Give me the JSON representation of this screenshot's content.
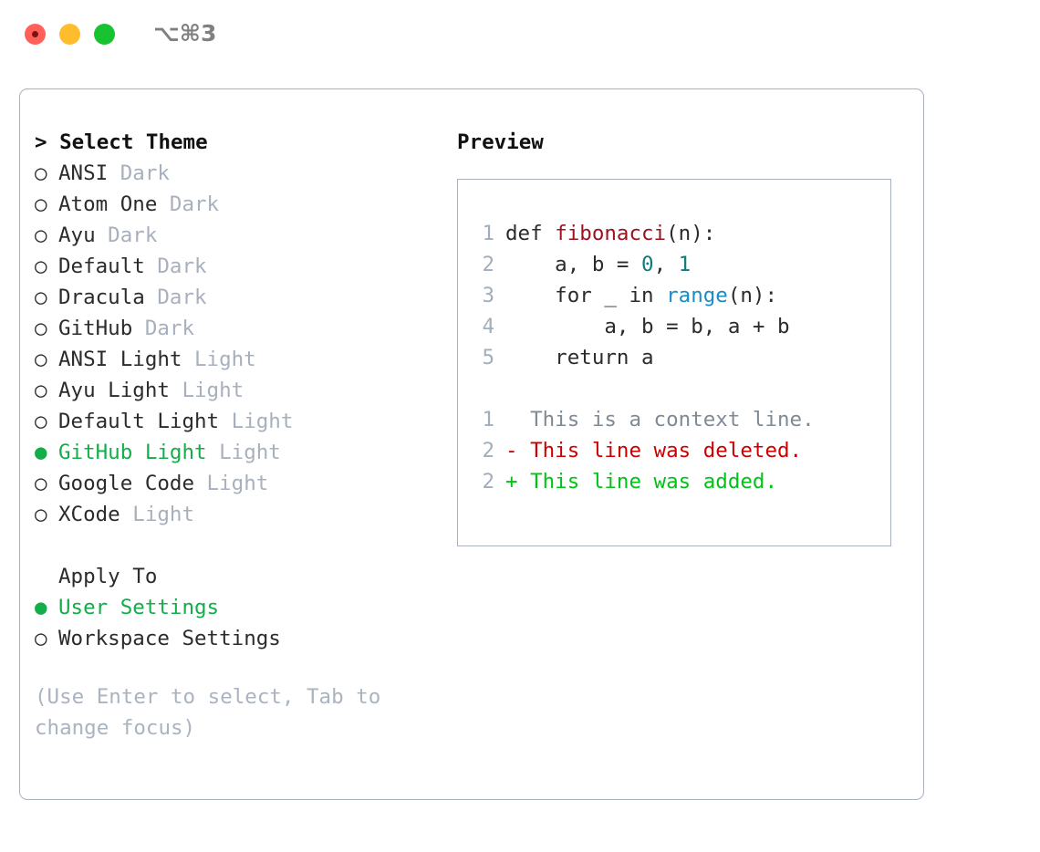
{
  "titlebar": {
    "shortcut": "⌥⌘3",
    "buttons": [
      {
        "name": "close",
        "color": "#ff6059"
      },
      {
        "name": "minimize",
        "color": "#ffbd2e"
      },
      {
        "name": "maximize",
        "color": "#18c231"
      }
    ]
  },
  "theme_picker": {
    "heading": "> Select Theme",
    "selected_bullet": "●",
    "unselected_bullet": "○",
    "accent_color": "#14ad4a",
    "items": [
      {
        "name": "ANSI",
        "variant": "Dark",
        "selected": false
      },
      {
        "name": "Atom One",
        "variant": "Dark",
        "selected": false
      },
      {
        "name": "Ayu",
        "variant": "Dark",
        "selected": false
      },
      {
        "name": "Default",
        "variant": "Dark",
        "selected": false
      },
      {
        "name": "Dracula",
        "variant": "Dark",
        "selected": false
      },
      {
        "name": "GitHub",
        "variant": "Dark",
        "selected": false
      },
      {
        "name": "ANSI Light",
        "variant": "Light",
        "selected": false
      },
      {
        "name": "Ayu Light",
        "variant": "Light",
        "selected": false
      },
      {
        "name": "Default Light",
        "variant": "Light",
        "selected": false
      },
      {
        "name": "GitHub Light",
        "variant": "Light",
        "selected": true
      },
      {
        "name": "Google Code",
        "variant": "Light",
        "selected": false
      },
      {
        "name": "XCode",
        "variant": "Light",
        "selected": false
      }
    ]
  },
  "apply_to": {
    "heading": "Apply To",
    "items": [
      {
        "name": "User Settings",
        "selected": true
      },
      {
        "name": "Workspace Settings",
        "selected": false
      }
    ]
  },
  "hint": "(Use Enter to select, Tab to change focus)",
  "preview": {
    "title": "Preview",
    "code_lines": [
      {
        "num": "1",
        "tokens": [
          {
            "text": "def ",
            "type": "plain"
          },
          {
            "text": "fibonacci",
            "type": "fn"
          },
          {
            "text": "(n):",
            "type": "plain"
          }
        ]
      },
      {
        "num": "2",
        "tokens": [
          {
            "text": "    a, b = ",
            "type": "plain"
          },
          {
            "text": "0",
            "type": "num"
          },
          {
            "text": ", ",
            "type": "plain"
          },
          {
            "text": "1",
            "type": "num"
          }
        ]
      },
      {
        "num": "3",
        "tokens": [
          {
            "text": "    for _ in ",
            "type": "plain"
          },
          {
            "text": "range",
            "type": "call"
          },
          {
            "text": "(n):",
            "type": "plain"
          }
        ]
      },
      {
        "num": "4",
        "tokens": [
          {
            "text": "        a, b = b, a + b",
            "type": "plain"
          }
        ]
      },
      {
        "num": "5",
        "tokens": [
          {
            "text": "    return a",
            "type": "plain"
          }
        ]
      }
    ],
    "diff_lines": [
      {
        "num": "1",
        "marker": " ",
        "text": " This is a context line.",
        "kind": "ctx"
      },
      {
        "num": "2",
        "marker": "-",
        "text": " This line was deleted.",
        "kind": "del"
      },
      {
        "num": "2",
        "marker": "+",
        "text": " This line was added.",
        "kind": "add"
      }
    ],
    "syntax_colors": {
      "function": "#9e1220",
      "number": "#0f7b7b",
      "builtin": "#1a8cc4",
      "plain": "#2b2b2b",
      "line_number": "#a3adbb",
      "diff_context": "#808a94",
      "diff_deleted": "#cc0000",
      "diff_added": "#00c217"
    }
  }
}
